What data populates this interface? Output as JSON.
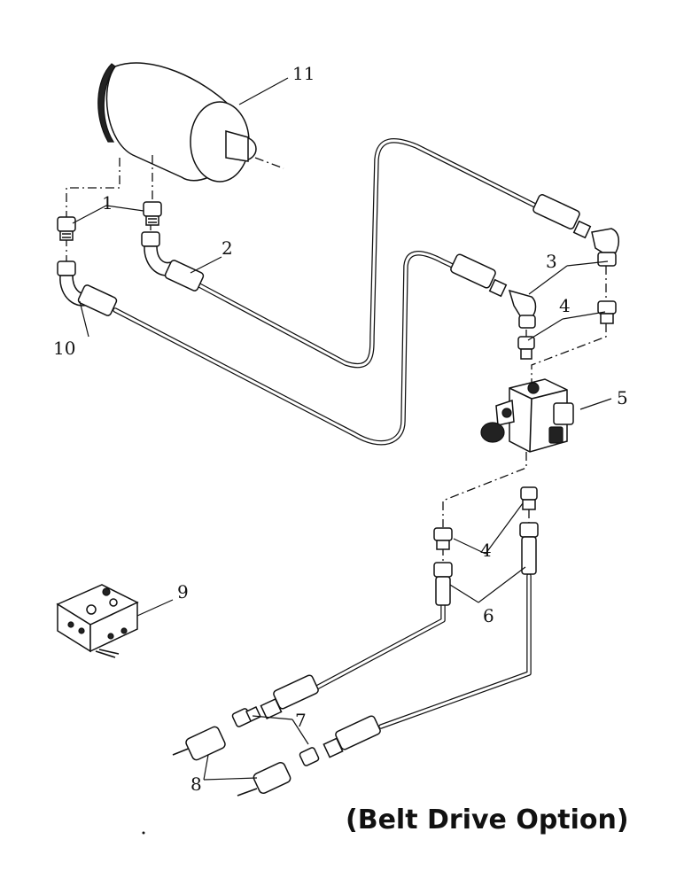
{
  "callouts": {
    "n1": "1",
    "n2": "2",
    "n3": "3",
    "n4a": "4",
    "n4b": "4",
    "n5": "5",
    "n6": "6",
    "n7": "7",
    "n8": "8",
    "n9": "9",
    "n10": "10",
    "n11": "11"
  },
  "caption": "(Belt Drive Option)"
}
